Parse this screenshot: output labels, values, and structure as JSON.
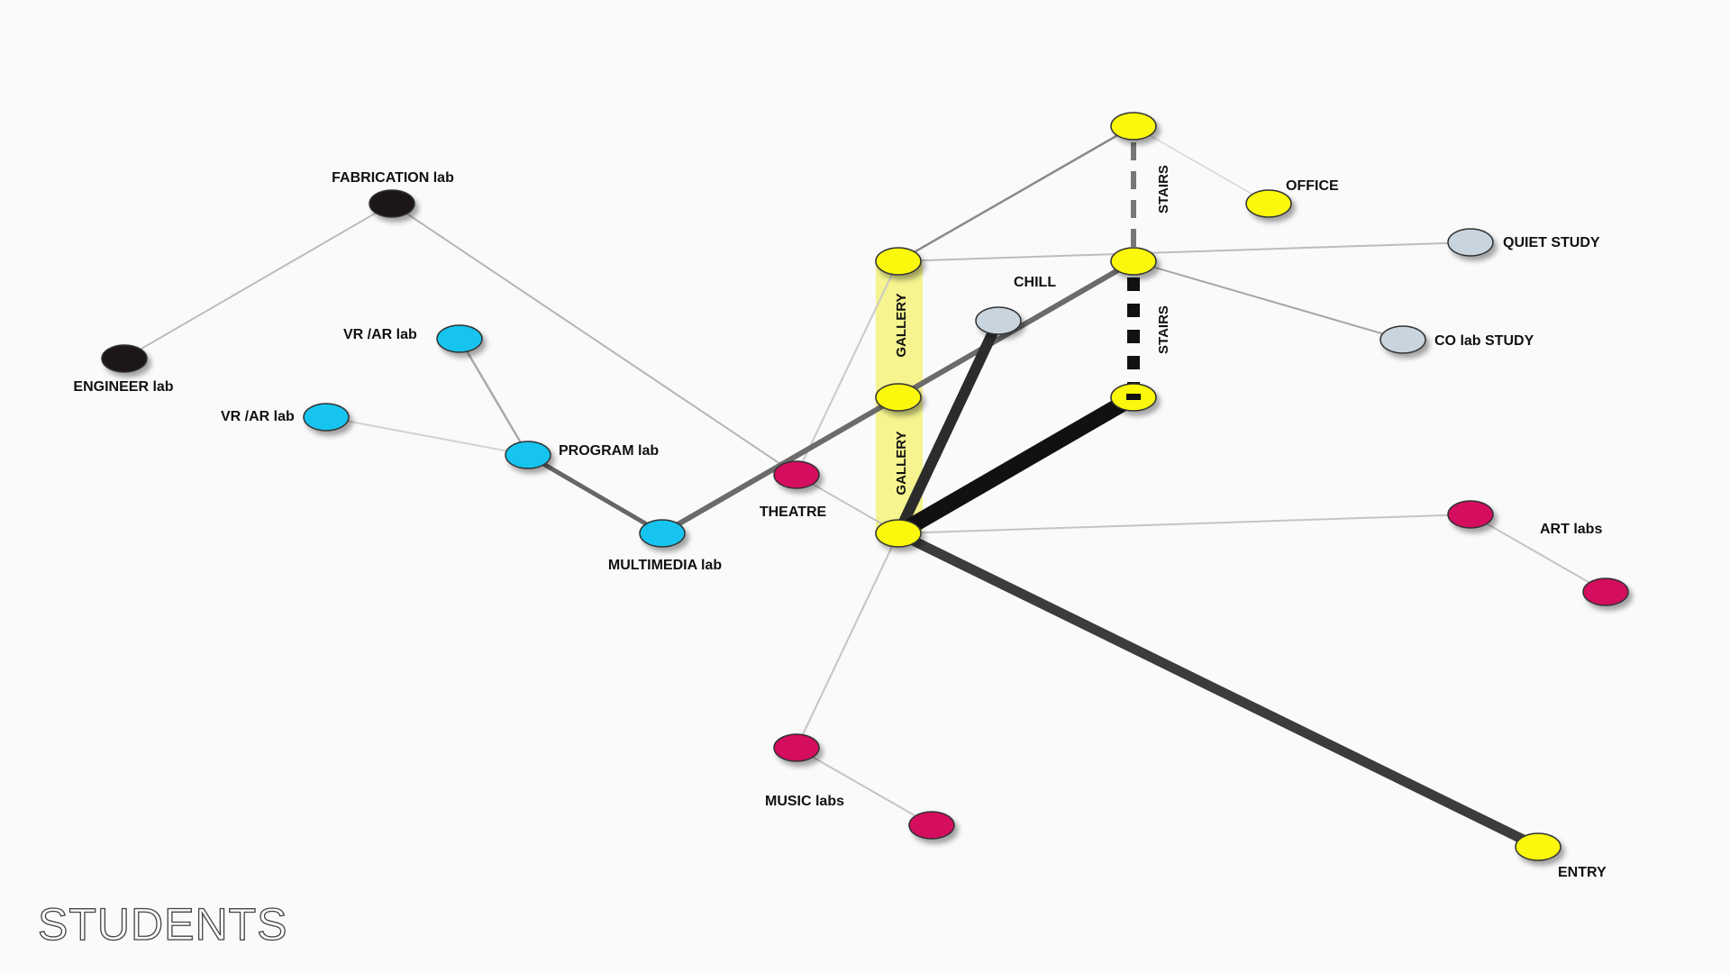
{
  "caption": "STUDENTS",
  "colors": {
    "yellow": "#fbf80e",
    "cyan": "#16c4ef",
    "magenta": "#d4075f",
    "gray": "#c8d4de",
    "dark": "#1e1412",
    "highlight": "#f3f27a"
  },
  "labels": {
    "fabrication": "FABRICATION lab",
    "engineer": "ENGINEER lab",
    "vrar_top": "VR /AR lab",
    "vrar_left": "VR /AR lab",
    "program": "PROGRAM lab",
    "multimedia": "MULTIMEDIA lab",
    "theatre": "THEATRE",
    "chill": "CHILL",
    "office": "OFFICE",
    "quiet": "QUIET STUDY",
    "colab": "CO lab STUDY",
    "art": "ART labs",
    "music": "MUSIC labs",
    "entry": "ENTRY",
    "gallery_top": "GALLERY",
    "gallery_bottom": "GALLERY",
    "stairs_top": "STAIRS",
    "stairs_bottom": "STAIRS"
  }
}
